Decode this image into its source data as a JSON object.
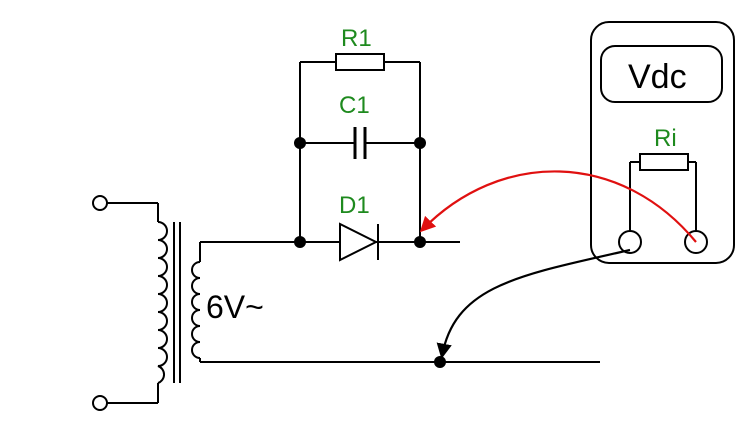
{
  "labels": {
    "r1": "R1",
    "c1": "C1",
    "d1": "D1",
    "source": "6V~",
    "meter": "Vdc",
    "ri": "Ri"
  },
  "colors": {
    "component_label": "#1e8a1e",
    "probe_positive": "#e01010",
    "probe_negative": "#000000",
    "wire": "#000000"
  },
  "icons": {
    "arrow_positive": "arrowhead-red-icon",
    "arrow_negative": "arrowhead-black-icon"
  }
}
